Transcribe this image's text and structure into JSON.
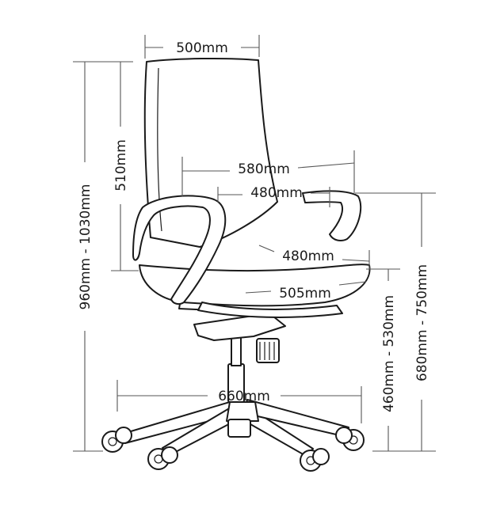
{
  "dimensions": {
    "backrest_width": "500mm",
    "overall_height": "960mm - 1030mm",
    "backrest_height": "510mm",
    "arm_width": "580mm",
    "seat_width": "480mm",
    "seat_depth": "480mm",
    "seat_span": "505mm",
    "seat_height": "460mm - 530mm",
    "arm_height": "680mm - 750mm",
    "base_diameter": "660mm"
  },
  "colors": {
    "line": "#1a1a1a",
    "dimension": "#555555",
    "background": "#ffffff"
  }
}
